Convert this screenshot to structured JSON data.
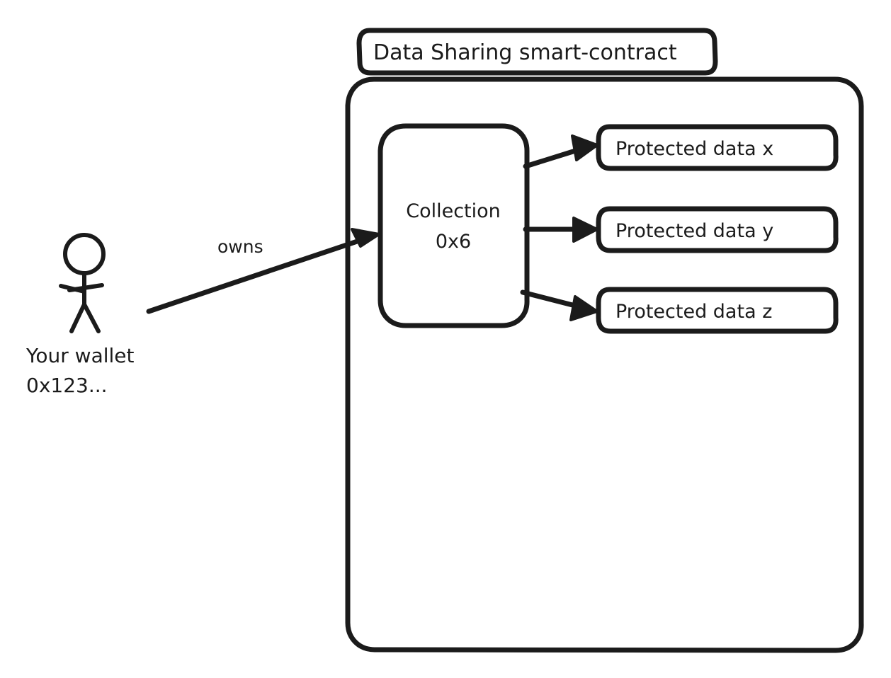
{
  "diagram": {
    "title_box": {
      "label": "Data Sharing smart-contract"
    },
    "container": {
      "name": "smart-contract-container"
    },
    "collection_box": {
      "line1": "Collection",
      "line2": "0x6"
    },
    "protected_data": [
      {
        "label": "Protected data x"
      },
      {
        "label": "Protected data y"
      },
      {
        "label": "Protected data z"
      }
    ],
    "actor": {
      "label_line1": "Your wallet",
      "label_line2": "0x123..."
    },
    "edges": [
      {
        "from": "wallet",
        "to": "collection",
        "label": "owns"
      },
      {
        "from": "collection",
        "to": "protected-data-x",
        "label": ""
      },
      {
        "from": "collection",
        "to": "protected-data-y",
        "label": ""
      },
      {
        "from": "collection",
        "to": "protected-data-z",
        "label": ""
      }
    ],
    "colors": {
      "stroke": "#1b1b1b",
      "fill": "#ffffff",
      "background": "#ffffff"
    }
  }
}
